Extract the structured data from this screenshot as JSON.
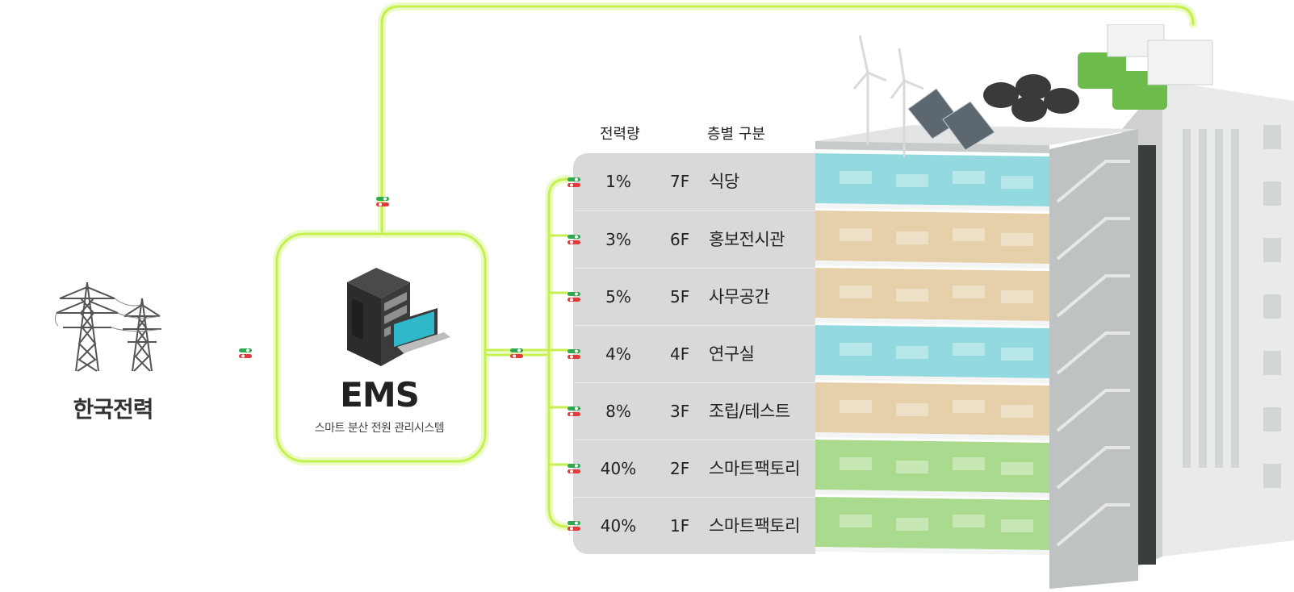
{
  "kepco": {
    "label": "한국전력",
    "icon": "power-tower-icon"
  },
  "ems": {
    "title": "EMS",
    "subtitle": "스마트 분산 전원 관리시스템",
    "icon": "server-computer-icon"
  },
  "table_headers": {
    "power": "전력량",
    "floor": "층별 구분"
  },
  "floors": [
    {
      "percent": "1%",
      "floor": "7F",
      "name": "식당",
      "color": "#7fd3d9"
    },
    {
      "percent": "3%",
      "floor": "6F",
      "name": "홍보전시관",
      "color": "#e2c89a"
    },
    {
      "percent": "5%",
      "floor": "5F",
      "name": "사무공간",
      "color": "#e2c89a"
    },
    {
      "percent": "4%",
      "floor": "4F",
      "name": "연구실",
      "color": "#7fd3d9"
    },
    {
      "percent": "8%",
      "floor": "3F",
      "name": "조립/테스트",
      "color": "#e2c89a"
    },
    {
      "percent": "40%",
      "floor": "2F",
      "name": "스마트팩토리",
      "color": "#9ad47a"
    },
    {
      "percent": "40%",
      "floor": "1F",
      "name": "스마트팩토리",
      "color": "#9ad47a"
    }
  ],
  "colors": {
    "wire": "#c9f25a",
    "wire_glow": "#e9fbbf",
    "switch_on": "#2fa84f",
    "switch_off": "#e03a3a",
    "panel": "#d9d9d9"
  },
  "building": {
    "icon": "smart-building-icon"
  }
}
